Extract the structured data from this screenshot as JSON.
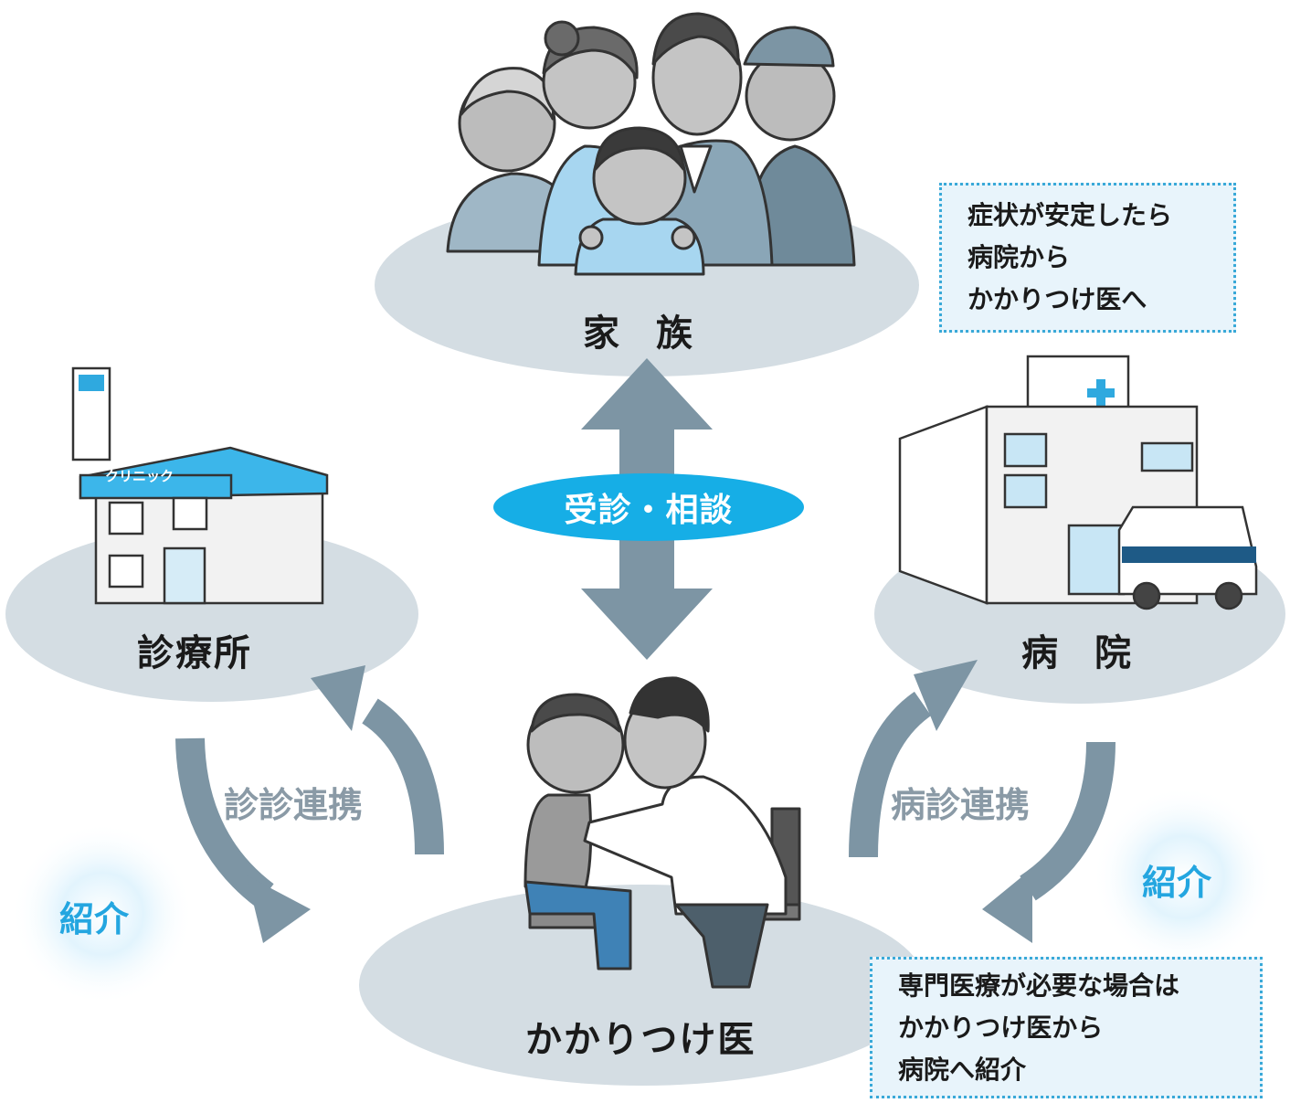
{
  "family": {
    "label": "家族",
    "label_a": "家",
    "label_b": "族"
  },
  "hospital": {
    "label": "病院",
    "label_a": "病",
    "label_b": "院",
    "clinic_sign": ""
  },
  "clinic": {
    "label": "診療所",
    "sign_text": "クリニック"
  },
  "gp": {
    "label": "かかりつけ医"
  },
  "consult": {
    "label": "受診・相談"
  },
  "clinic_link": {
    "label": "診診連携"
  },
  "hospital_link": {
    "label": "病診連携"
  },
  "intro_left": {
    "label": "紹介"
  },
  "intro_right": {
    "label": "紹介"
  },
  "note_top": {
    "lines": [
      "症状が安定したら",
      "病院から",
      "かかりつけ医へ"
    ]
  },
  "note_bottom": {
    "lines": [
      "専門医療が必要な場合は",
      "かかりつけ医から",
      "病院へ紹介"
    ]
  },
  "colors": {
    "platform": "#d4dde3",
    "arrow": "#7d95a4",
    "accent": "#16aee6",
    "note_bg": "#e8f4fb"
  }
}
